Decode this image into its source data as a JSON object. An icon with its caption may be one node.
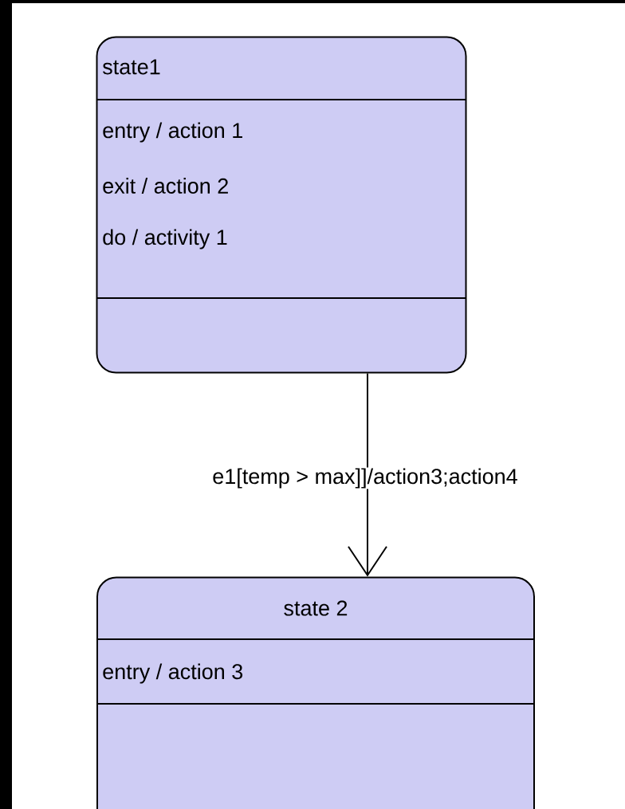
{
  "diagram": {
    "nodes": [
      {
        "text": [
          "state1",
          "entry / action 1",
          "exit / action 2",
          "do / activity 1"
        ]
      },
      {
        "text": [
          "state 2",
          "entry / action 3"
        ]
      }
    ],
    "edges": [
      {
        "from": 0,
        "to": 1,
        "arrow": "to",
        "label": "e1[temp > max]]/action3;action4"
      }
    ]
  }
}
